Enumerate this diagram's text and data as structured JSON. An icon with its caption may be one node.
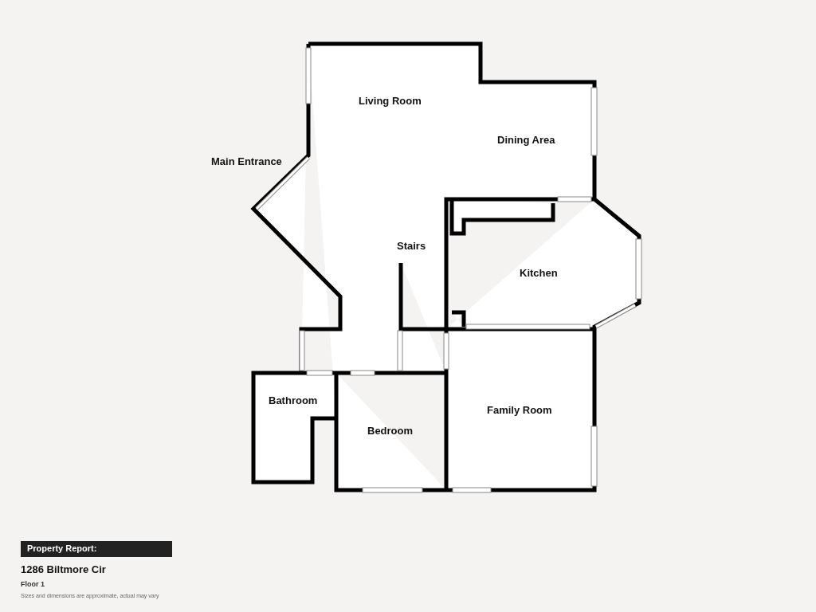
{
  "diagram": {
    "labels": [
      "Living Room",
      "Dining Area",
      "Main Entrance",
      "Stairs",
      "Kitchen",
      "Bathroom",
      "Family Room",
      "Bedroom",
      "Property Report:",
      "1286 Biltmore Cir",
      "Floor 1",
      "Sizes and dimensions are approximate, actual may vary"
    ]
  }
}
